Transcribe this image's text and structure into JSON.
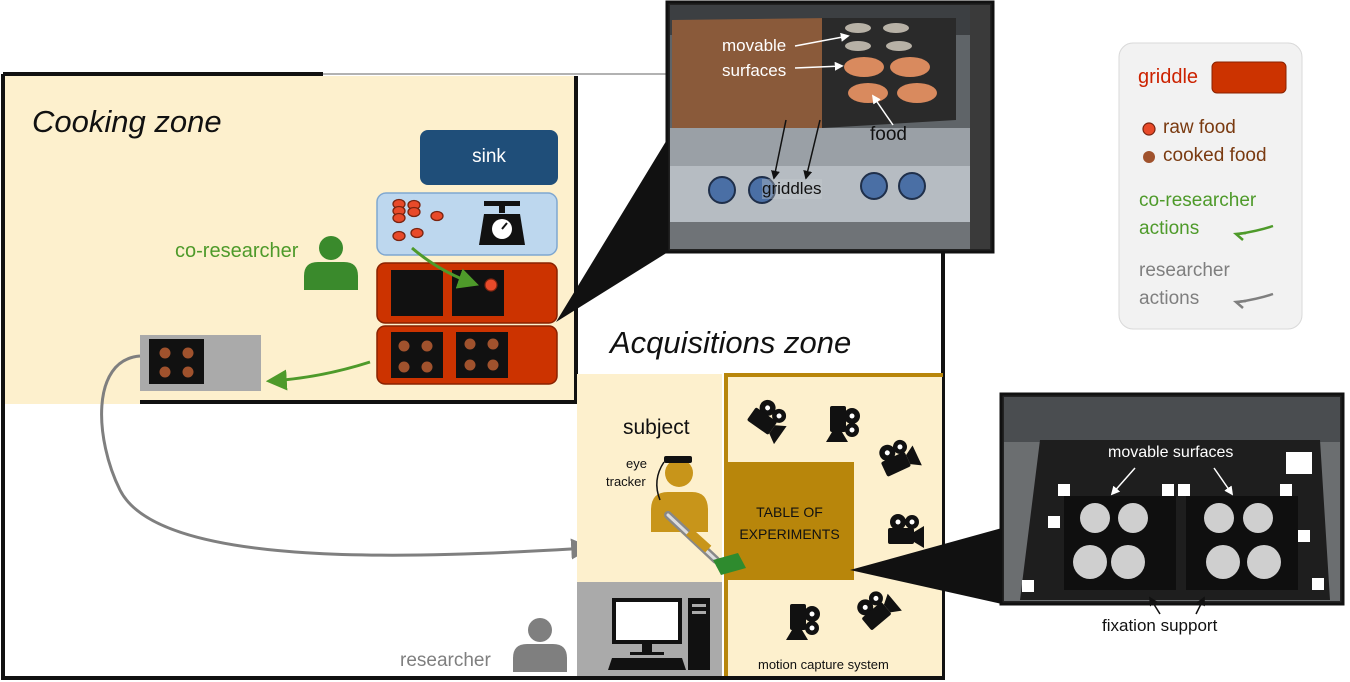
{
  "zones": {
    "cooking": "Cooking zone",
    "acquisitions": "Acquisitions zone"
  },
  "cooking": {
    "sink": "sink",
    "co_researcher": "co-researcher"
  },
  "acquisitions": {
    "subject": "subject",
    "eye_tracker": [
      "eye",
      "tracker"
    ],
    "table": [
      "TABLE OF",
      "EXPERIMENTS"
    ],
    "motion_capture": "motion capture system",
    "researcher": "researcher"
  },
  "photo_top": {
    "movable_surfaces": [
      "movable",
      "surfaces"
    ],
    "food": "food",
    "griddles": "griddles"
  },
  "photo_bottom": {
    "movable_surfaces": "movable surfaces",
    "fixation_support": "fixation support"
  },
  "legend": {
    "griddle": "griddle",
    "raw_food": "raw food",
    "cooked_food": "cooked food",
    "co_researcher_actions": [
      "co-researcher",
      "actions"
    ],
    "researcher_actions": [
      "researcher",
      "actions"
    ]
  },
  "colors": {
    "zone_fill": "#fdf0cd",
    "sink": "#1f4e79",
    "scale_tray": "#bdd7ee",
    "griddle": "#cc3300",
    "raw_food": "#e84a2a",
    "cooked_food": "#a0522d",
    "co_researcher_green": "#4e9a2a",
    "researcher_gray": "#7f7f7f",
    "table_gold": "#b8860b",
    "subject_gold": "#c8951a",
    "legend_bg": "#f2f2f2"
  }
}
